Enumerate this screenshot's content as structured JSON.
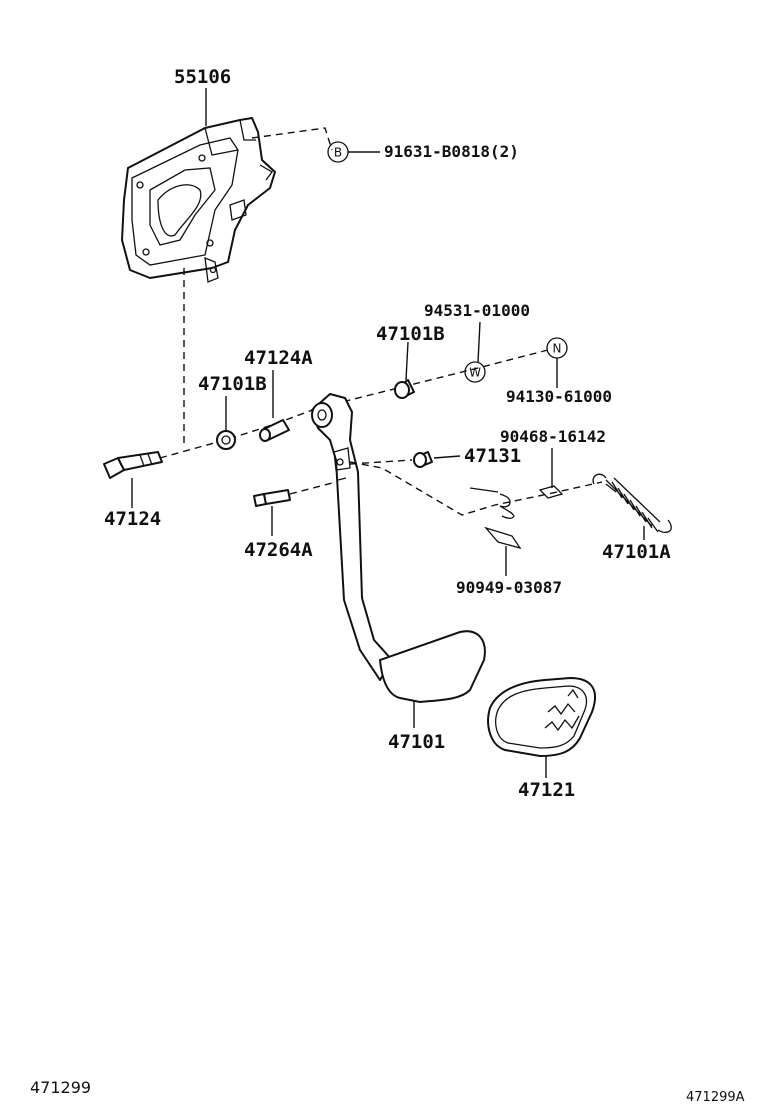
{
  "diagram": {
    "labels": {
      "p55106": "55106",
      "p91631": "91631-B0818(2)",
      "p94531": "94531-01000",
      "p94130": "94130-61000",
      "p47101B_right": "47101B",
      "p47124A": "47124A",
      "p47101B_left": "47101B",
      "p47131": "47131",
      "p90468": "90468-16142",
      "p47124": "47124",
      "p47264A": "47264A",
      "p47101A": "47101A",
      "p90949": "90949-03087",
      "p47101": "47101",
      "p47121": "47121"
    },
    "markers": {
      "b": "B",
      "w": "W",
      "n": "N"
    },
    "footer": {
      "left": "471299",
      "right": "471299A"
    }
  }
}
